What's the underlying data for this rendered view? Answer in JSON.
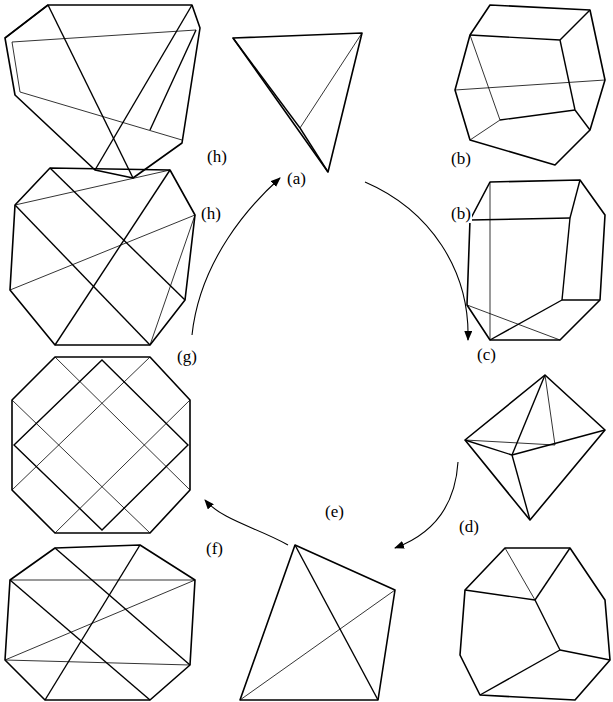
{
  "diagram": {
    "labels": [
      "(h)",
      "(a)",
      "(b)",
      "(h)",
      "(b)",
      "(g)",
      "(c)",
      "(e)",
      "(f)",
      "(d)"
    ]
  }
}
